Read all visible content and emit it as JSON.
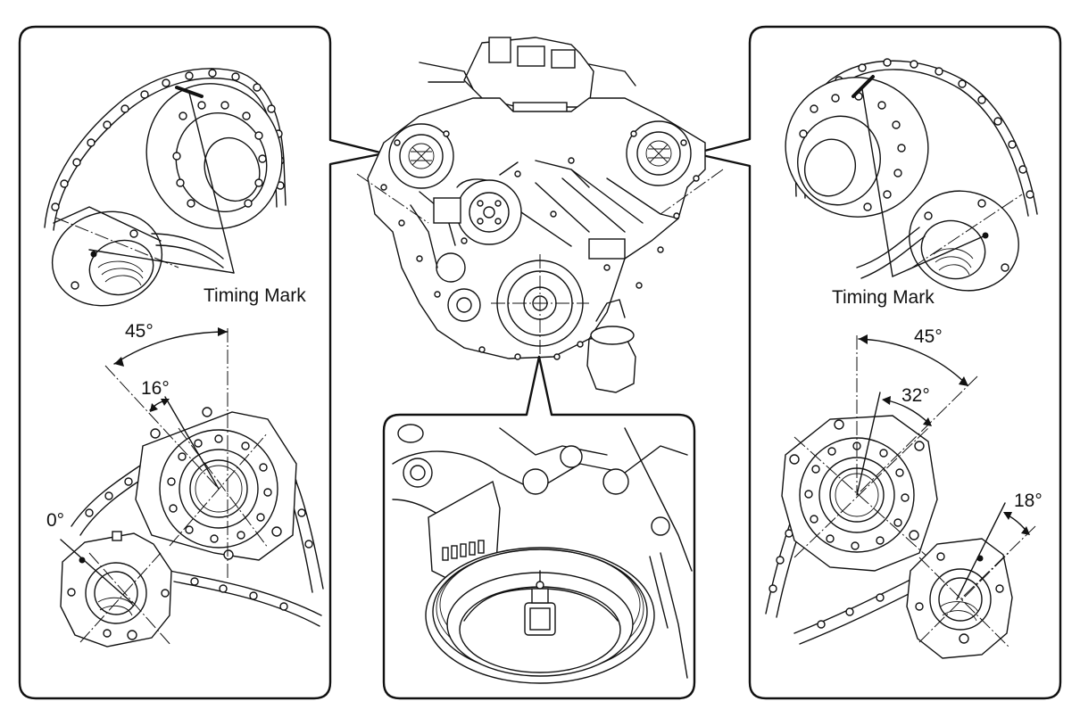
{
  "left_panel": {
    "timing_mark_label": "Timing Mark",
    "angles": {
      "top": "45°",
      "middle": "16°",
      "lower": "0°"
    }
  },
  "right_panel": {
    "timing_mark_label": "Timing Mark",
    "angles": {
      "top": "45°",
      "middle": "32°",
      "lower": "18°"
    }
  }
}
